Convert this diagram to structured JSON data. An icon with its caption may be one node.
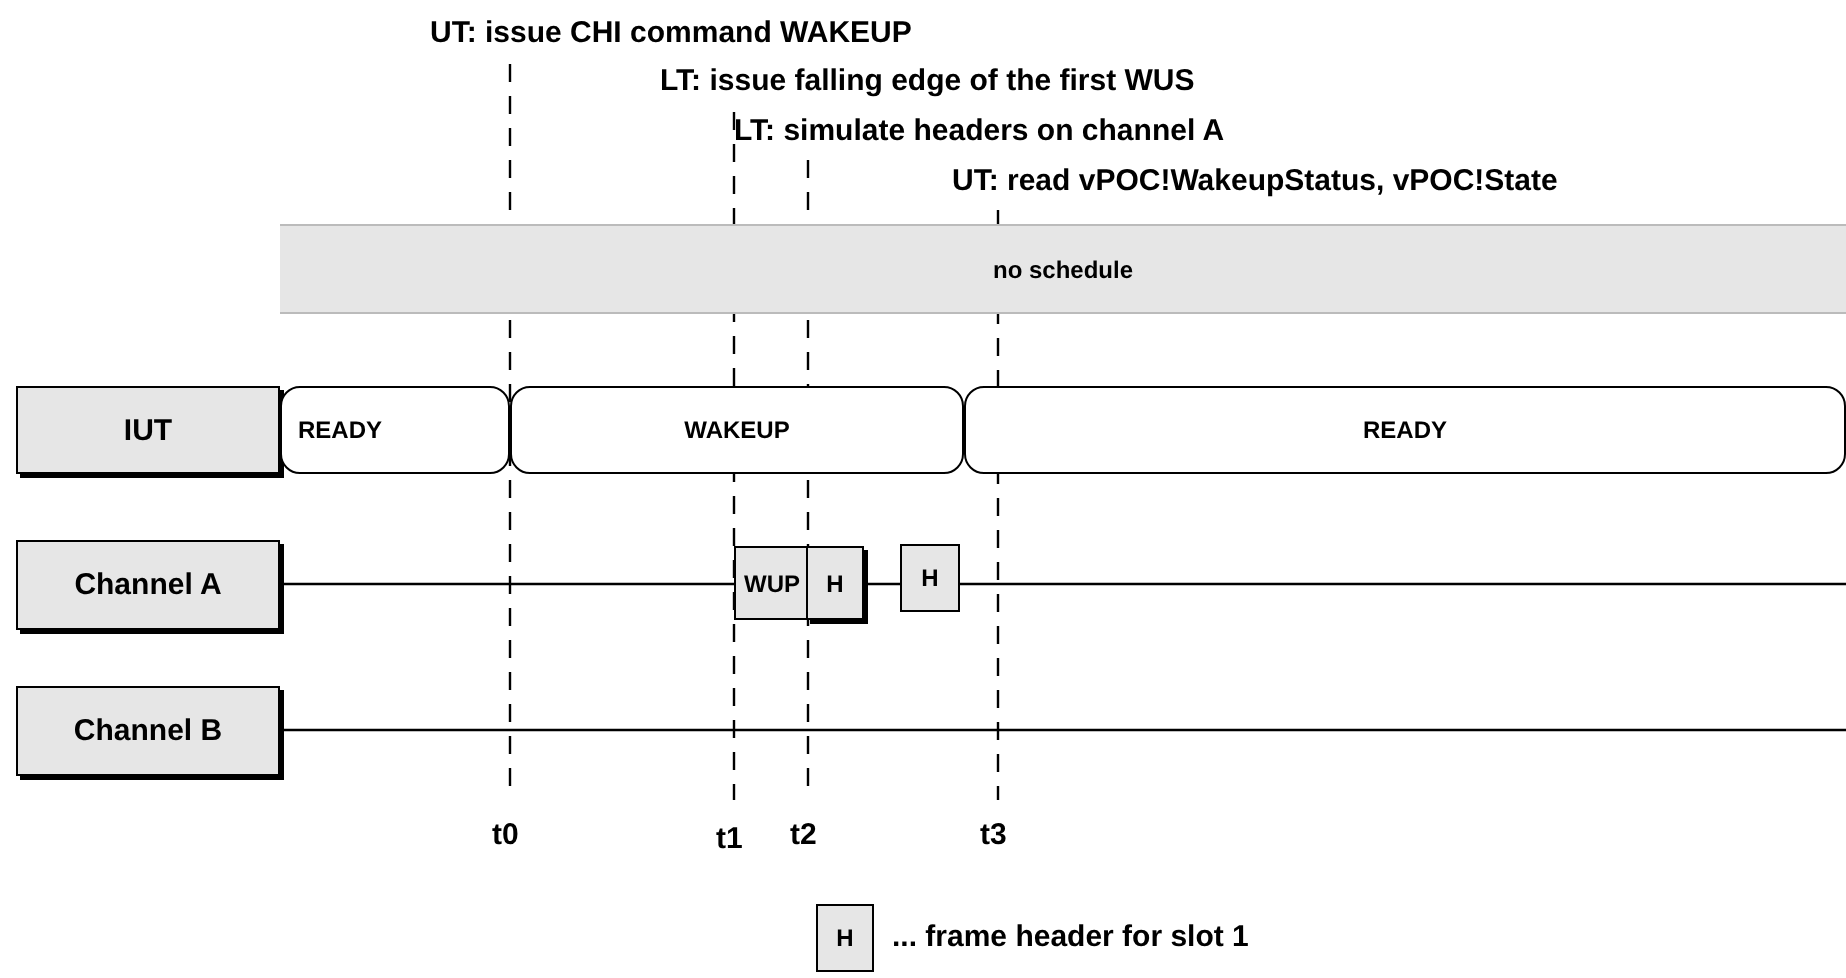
{
  "diagram": {
    "nodes": [
      {
        "text": [
          "no schedule"
        ]
      },
      {
        "text": [
          "IUT"
        ]
      },
      {
        "text": [
          "READY"
        ]
      },
      {
        "text": [
          "WAKEUP"
        ]
      },
      {
        "text": [
          "READY"
        ]
      },
      {
        "text": [
          "Channel A"
        ]
      },
      {
        "text": [
          "WUP"
        ]
      },
      {
        "text": [
          "H"
        ]
      },
      {
        "text": [
          "H"
        ]
      },
      {
        "text": [
          "Channel B"
        ]
      },
      {
        "text": [
          "H"
        ]
      }
    ],
    "labels": [
      "UT: issue CHI command WAKEUP",
      "LT: issue falling edge of the first WUS",
      "LT: simulate headers on channel A",
      "UT: read vPOC!WakeupStatus, vPOC!State",
      "t0",
      "t1",
      "t2",
      "t3",
      "... frame header for slot 1"
    ]
  }
}
